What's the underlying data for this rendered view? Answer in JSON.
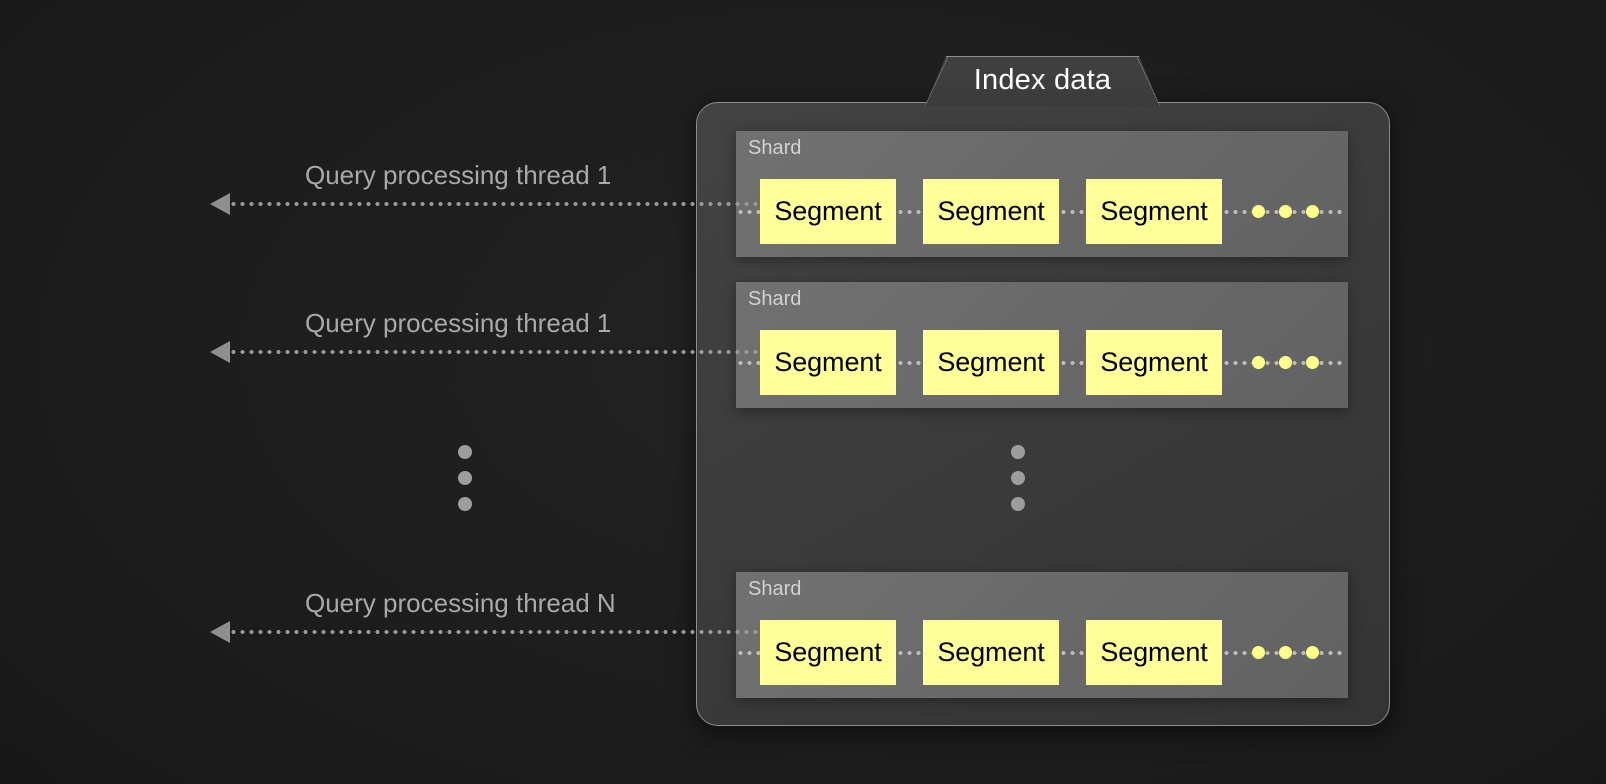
{
  "diagram": {
    "title": "Index data",
    "container": {
      "tab_label": "Index data",
      "background_color": "#3a3a3a",
      "border_color": "#8d8d8d"
    },
    "colors": {
      "page_background": "#1c1c1c",
      "container_background": "#3a3a3a",
      "shard_background": "#6a6a6a",
      "segment_fill": "#ffff99",
      "segment_text": "#000000",
      "label_text": "#a9a9a9",
      "shard_label_text": "#d2d2d2",
      "dot_gray": "#9d9d9d",
      "dot_yellow": "#ffff8a",
      "arrow_color": "#8f8f8f"
    },
    "shards": [
      {
        "label": "Shard",
        "segments": [
          "Segment",
          "Segment",
          "Segment"
        ],
        "more_indicator": "three-yellow-dots"
      },
      {
        "label": "Shard",
        "segments": [
          "Segment",
          "Segment",
          "Segment"
        ],
        "more_indicator": "three-yellow-dots"
      },
      {
        "label": "Shard",
        "segments": [
          "Segment",
          "Segment",
          "Segment"
        ],
        "more_indicator": "three-yellow-dots"
      }
    ],
    "threads": [
      {
        "label": "Query processing thread 1"
      },
      {
        "label": "Query processing thread 1"
      },
      {
        "label": "Query processing thread N"
      }
    ],
    "ellipsis": {
      "left": "vertical-ellipsis",
      "inner": "vertical-ellipsis",
      "dot_count": 3
    }
  }
}
